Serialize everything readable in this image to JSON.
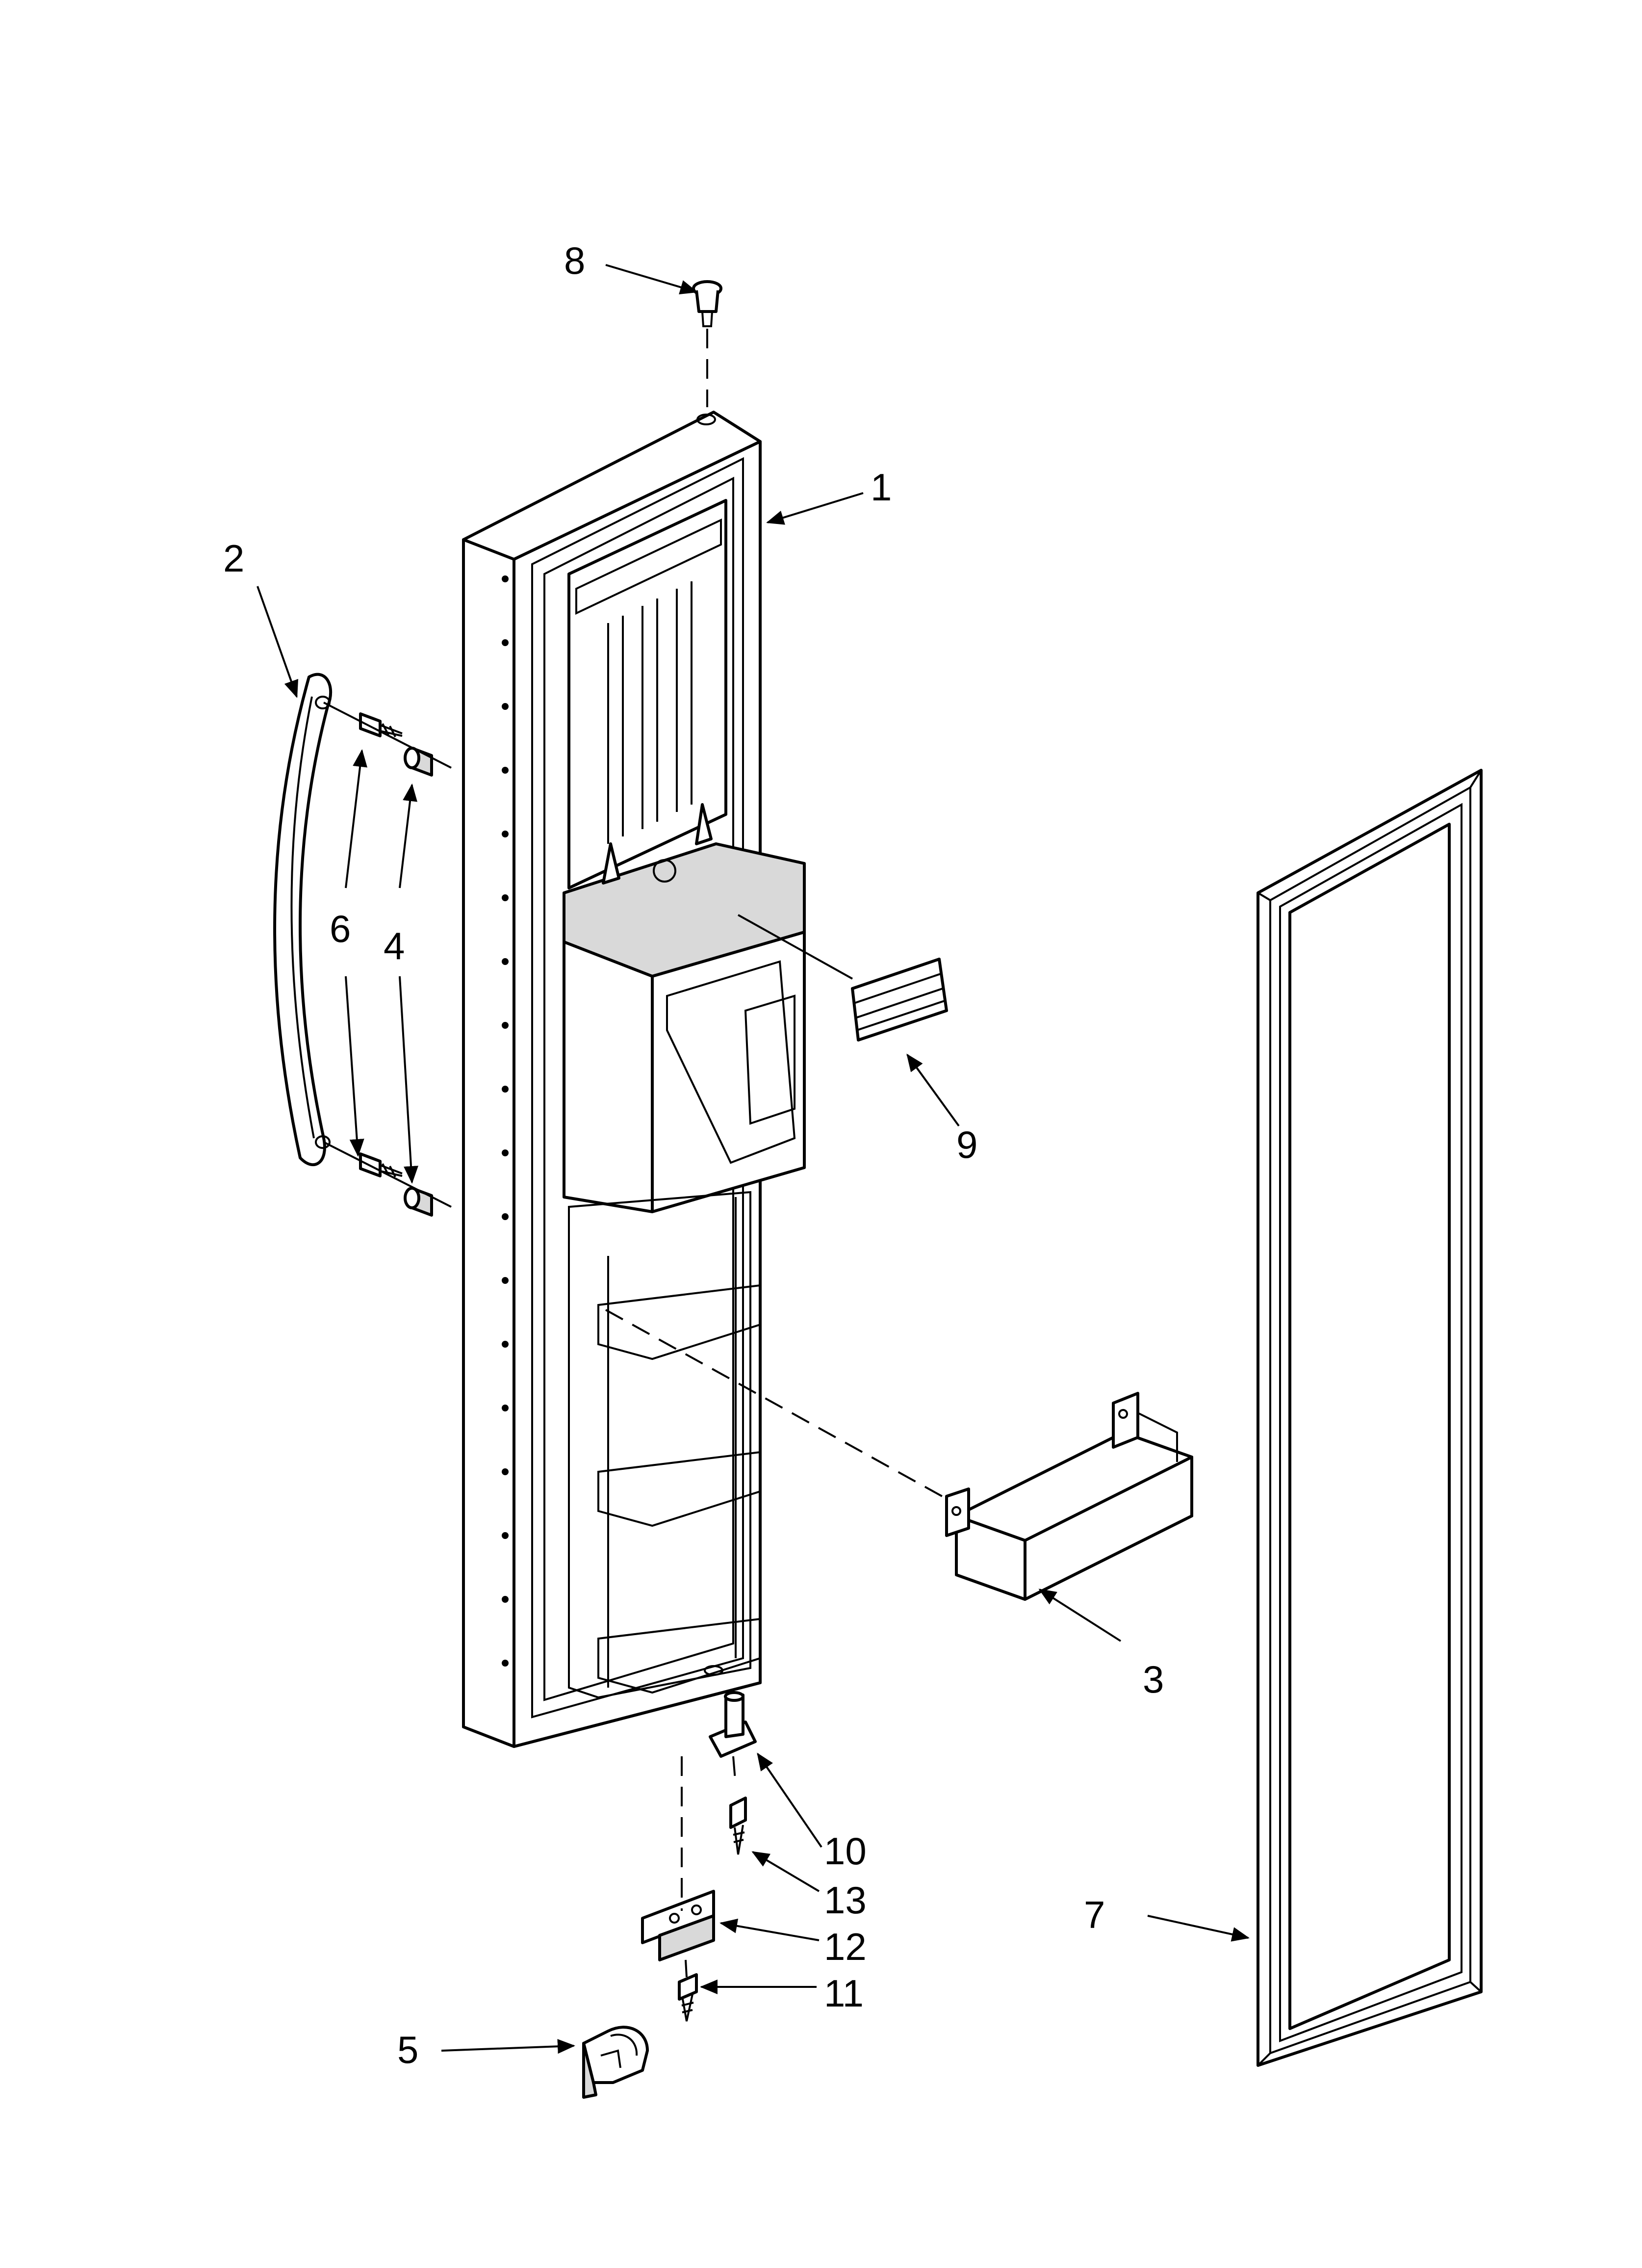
{
  "diagram": {
    "callouts": [
      "1",
      "2",
      "3",
      "4",
      "5",
      "6",
      "7",
      "8",
      "9",
      "10",
      "11",
      "12",
      "13"
    ]
  },
  "parts": [
    {
      "callout": "1",
      "icon": "freezer-door-assembly-icon"
    },
    {
      "callout": "2",
      "icon": "door-handle-icon"
    },
    {
      "callout": "3",
      "icon": "door-shelf-bin-icon"
    },
    {
      "callout": "4",
      "icon": "spacer-icon"
    },
    {
      "callout": "5",
      "icon": "door-closure-cam-icon"
    },
    {
      "callout": "6",
      "icon": "handle-screw-icon"
    },
    {
      "callout": "7",
      "icon": "door-gasket-icon"
    },
    {
      "callout": "8",
      "icon": "top-hinge-bushing-icon"
    },
    {
      "callout": "9",
      "icon": "tape-strip-icon"
    },
    {
      "callout": "10",
      "icon": "hinge-pin-icon"
    },
    {
      "callout": "11",
      "icon": "hinge-screw-icon"
    },
    {
      "callout": "12",
      "icon": "hinge-shim-icon"
    },
    {
      "callout": "13",
      "icon": "pin-screw-icon"
    }
  ]
}
